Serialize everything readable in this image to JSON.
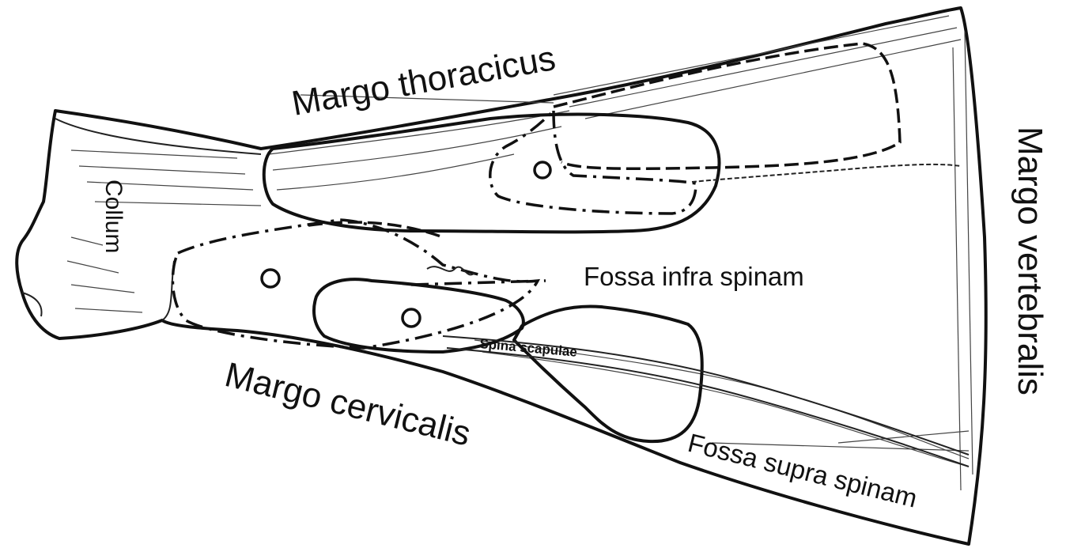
{
  "labels": {
    "margo_thoracicus": "Margo thoracicus",
    "margo_vertebralis": "Margo vertebralis",
    "collum": "Collum",
    "fossa_infra_spinam": "Fossa infra spinam",
    "spina_scapulae": "Spina scapulae",
    "margo_cervicalis": "Margo cervicalis",
    "fossa_supra_spinam": "Fossa supra spinam"
  }
}
